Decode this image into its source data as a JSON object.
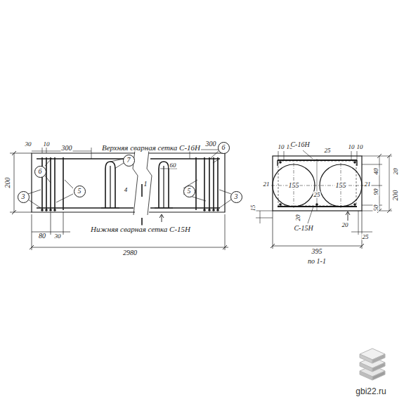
{
  "diagram": {
    "nodes": [
      {
        "text": [
          "7"
        ]
      },
      {
        "text": [
          "6"
        ]
      },
      {
        "text": [
          "6"
        ]
      },
      {
        "text": [
          "5"
        ]
      },
      {
        "text": [
          "5"
        ]
      },
      {
        "text": [
          "3"
        ]
      },
      {
        "text": [
          "3"
        ]
      }
    ],
    "labels": [
      "300",
      "Верхняя сварная сетка С-16Н",
      "30",
      "10",
      "300",
      "60",
      "1",
      "1",
      "4",
      "200",
      "80",
      "30",
      "Нижняя сварная сетка С-15Н",
      "2980",
      "10",
      "10",
      "С-16Н",
      "10",
      "10",
      "25",
      "21",
      "155",
      "155",
      "25",
      "21",
      "40",
      "20",
      "90",
      "200",
      "50",
      "15",
      "20",
      "20",
      "С-15Н",
      "25",
      "395",
      "по 1-1",
      "gbi22.ru"
    ]
  }
}
